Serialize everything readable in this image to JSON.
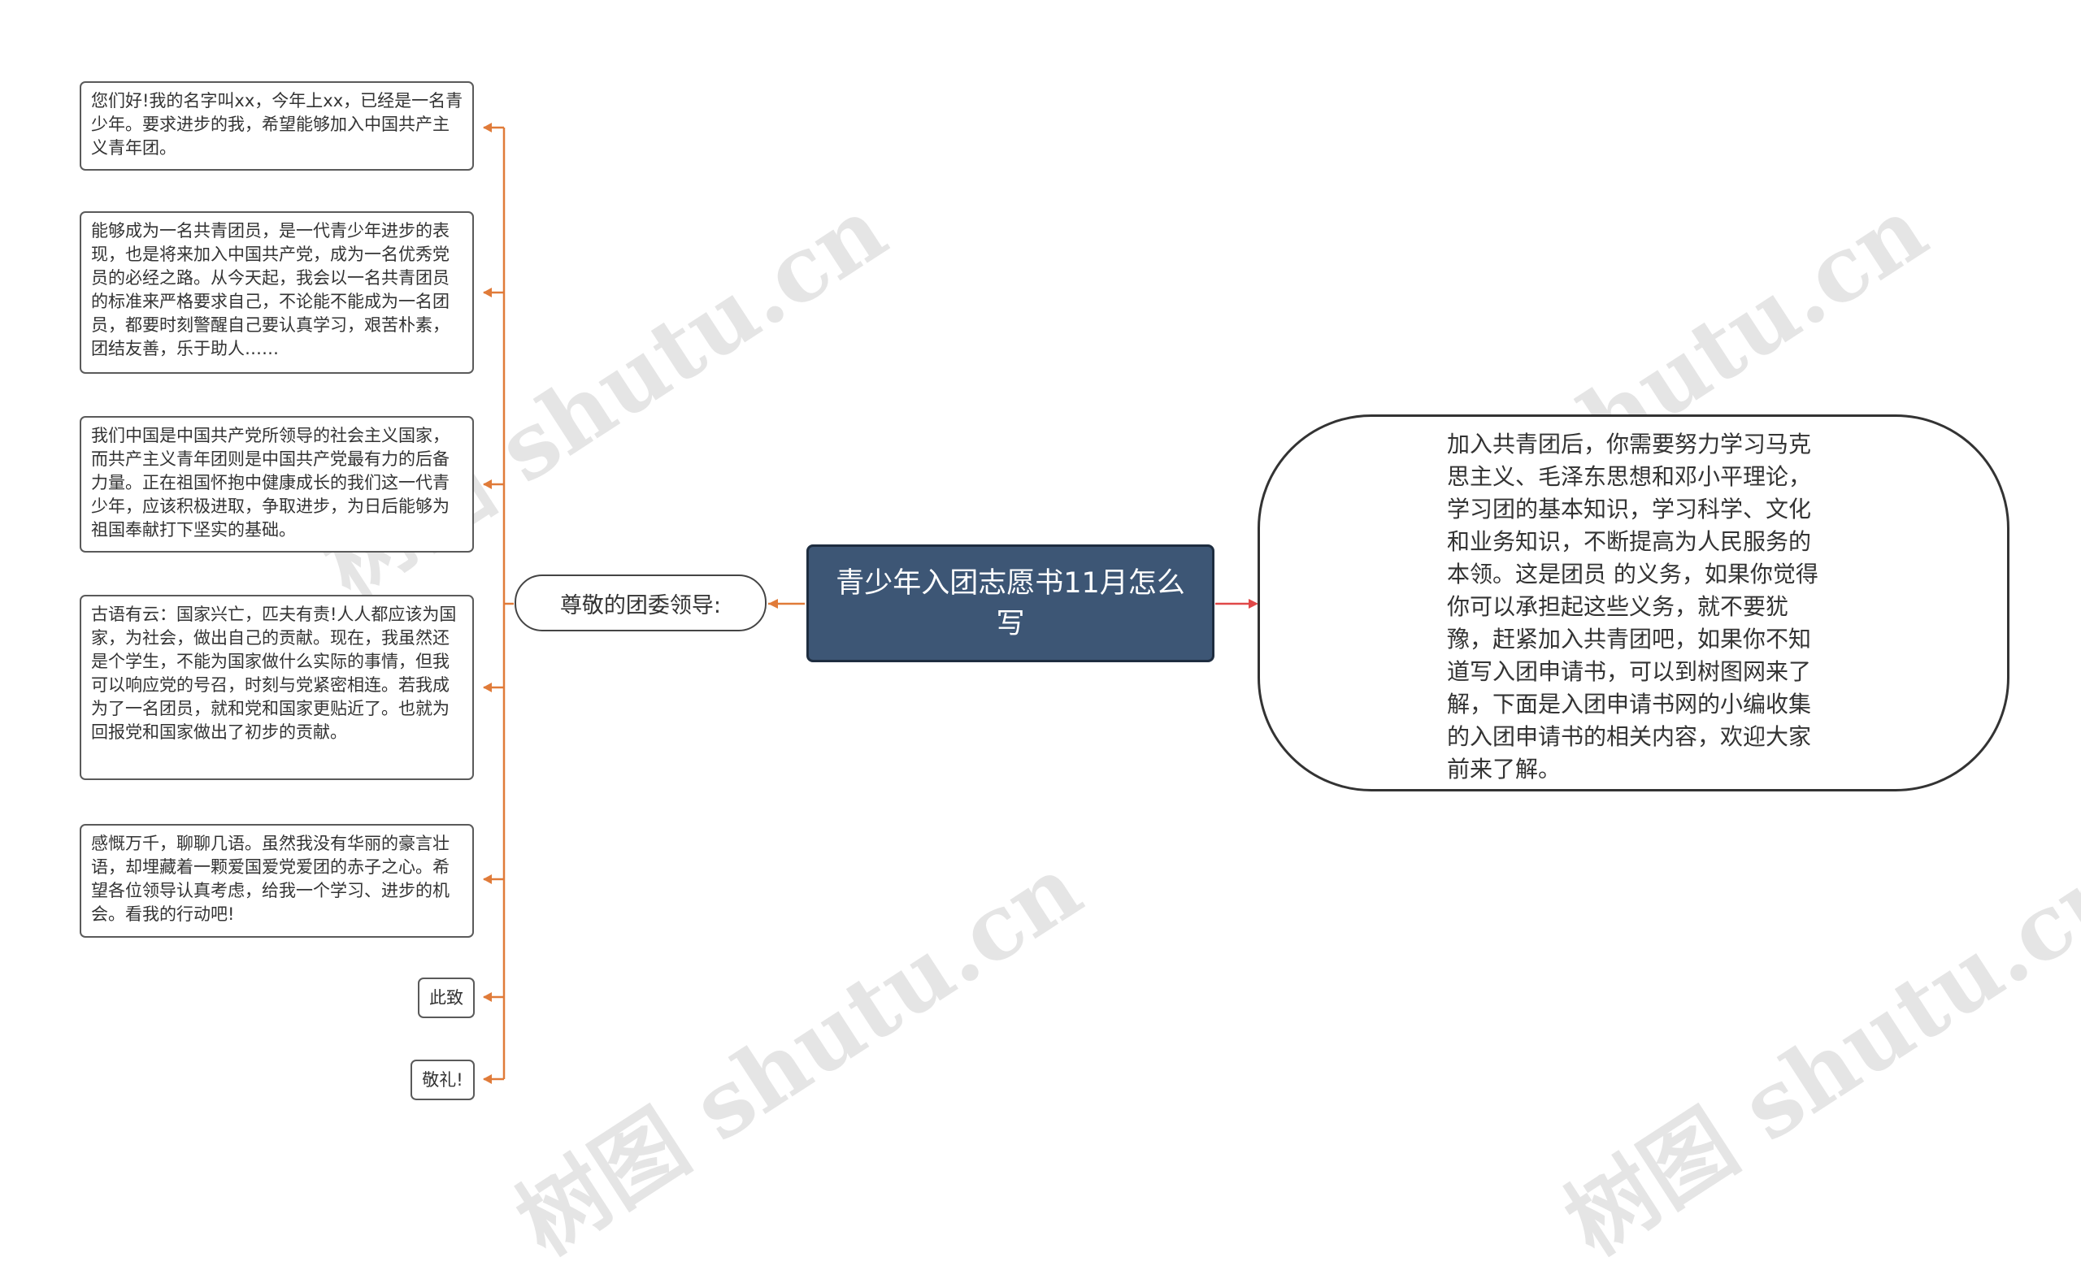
{
  "root": {
    "title": "青少年入团志愿书11月怎么写"
  },
  "left_branch": {
    "label": "尊敬的团委领导:",
    "children": [
      "您们好!我的名字叫xx，今年上xx，已经是一名青少年。要求进步的我，希望能够加入中国共产主义青年团。",
      "能够成为一名共青团员，是一代青少年进步的表现，也是将来加入中国共产党，成为一名优秀党员的必经之路。从今天起，我会以一名共青团员的标准来严格要求自己，不论能不能成为一名团员，都要时刻警醒自己要认真学习，艰苦朴素，团结友善，乐于助人……",
      "我们中国是中国共产党所领导的社会主义国家，而共产主义青年团则是中国共产党最有力的后备力量。正在祖国怀抱中健康成长的我们这一代青少年，应该积极进取，争取进步，为日后能够为祖国奉献打下坚实的基础。",
      "古语有云：国家兴亡，匹夫有责!人人都应该为国家，为社会，做出自己的贡献。现在，我虽然还是个学生，不能为国家做什么实际的事情，但我可以响应党的号召，时刻与党紧密相连。若我成为了一名团员，就和党和国家更贴近了。也就为回报党和国家做出了初步的贡献。",
      "感慨万千，聊聊几语。虽然我没有华丽的豪言壮语，却埋藏着一颗爱国爱党爱团的赤子之心。希望各位领导认真考虑，给我一个学习、进步的机会。看我的行动吧!",
      "此致",
      "敬礼!"
    ]
  },
  "right_branch": {
    "text": "加入共青团后，你需要努力学习马克思主义、毛泽东思想和邓小平理论，学习团的基本知识，学习科学、文化和业务知识，不断提高为人民服务的本领。这是团员 的义务，如果你觉得你可以承担起这些义务，就不要犹豫，赶紧加入共青团吧，如果你不知道写入团申请书，可以到树图网来了解，下面是入团申请书网的小编收集的入团申请书的相关内容，欢迎大家前来了解。"
  },
  "watermark": {
    "text": "树图 shutu.cn"
  },
  "colors": {
    "connector": "#e07b39",
    "root_fill": "#3d5675",
    "right_connector": "#e04848"
  }
}
